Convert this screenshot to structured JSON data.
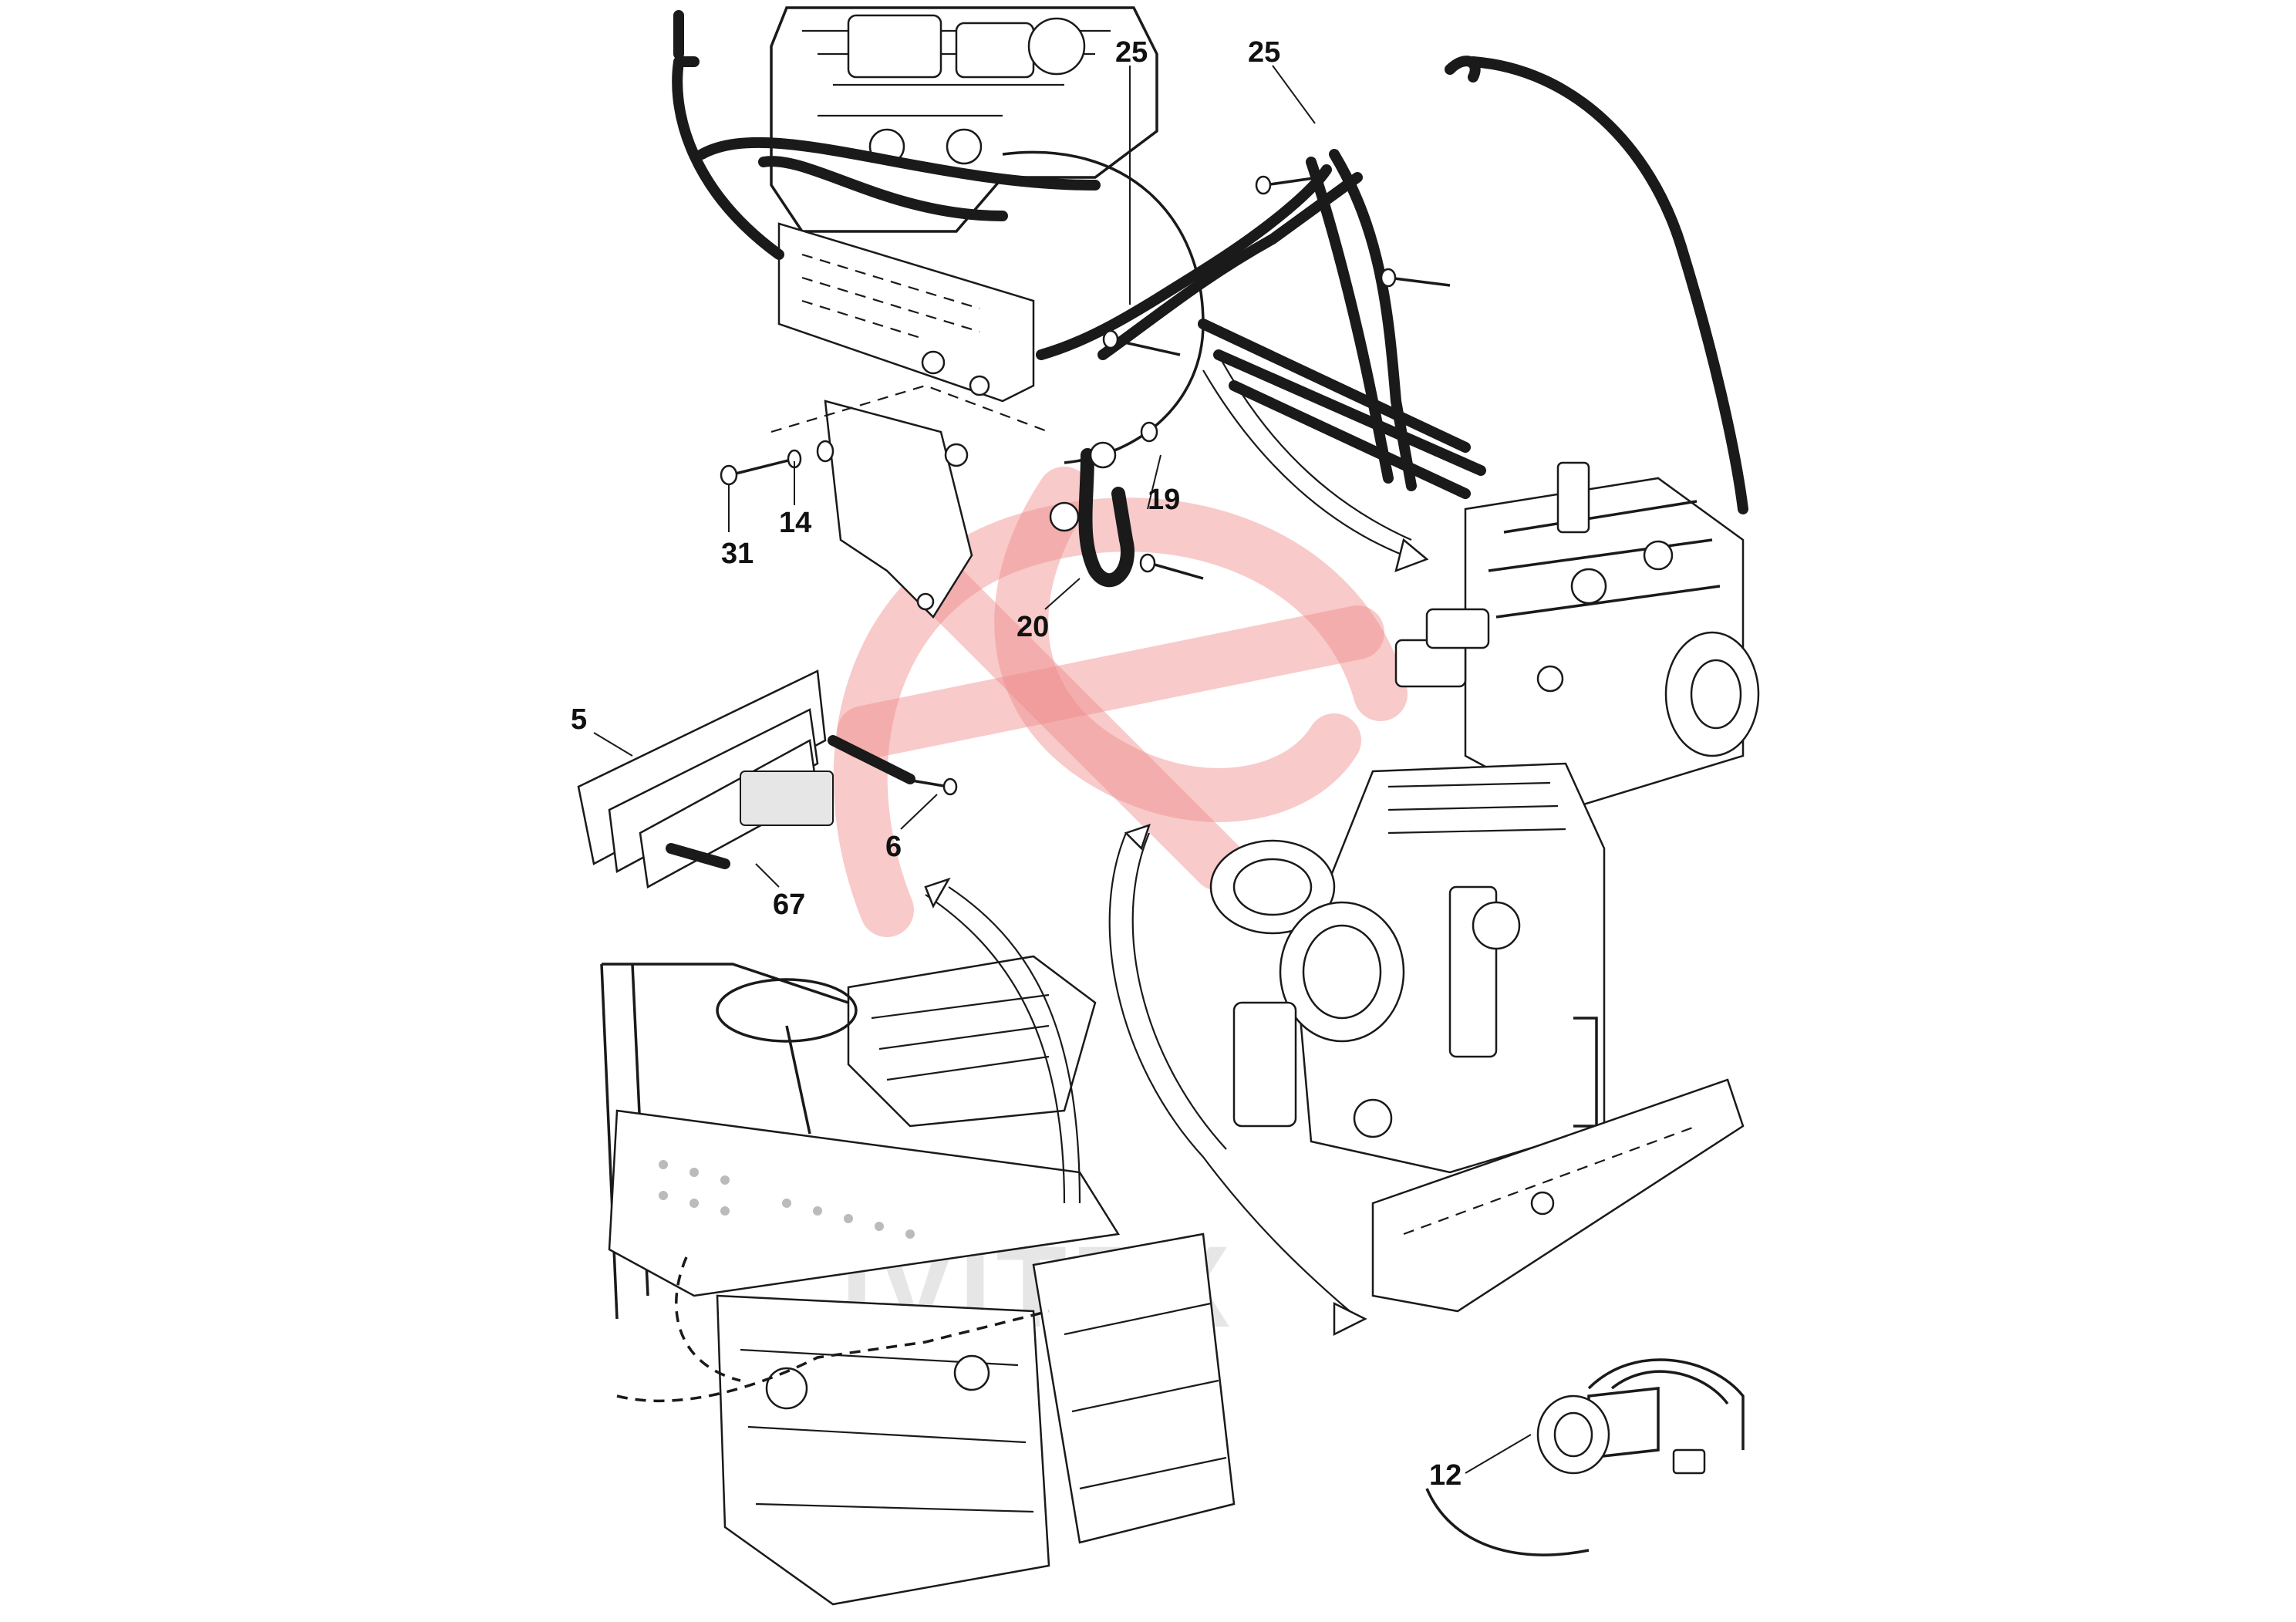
{
  "watermark": {
    "text": "IVITEX",
    "color": "#f08a8a"
  },
  "callouts": [
    {
      "id": "25a",
      "label": "25"
    },
    {
      "id": "25b",
      "label": "25"
    },
    {
      "id": "19",
      "label": "19"
    },
    {
      "id": "14",
      "label": "14"
    },
    {
      "id": "31",
      "label": "31"
    },
    {
      "id": "20",
      "label": "20"
    },
    {
      "id": "5",
      "label": "5"
    },
    {
      "id": "6",
      "label": "6"
    },
    {
      "id": "67",
      "label": "67"
    },
    {
      "id": "12",
      "label": "12"
    }
  ]
}
